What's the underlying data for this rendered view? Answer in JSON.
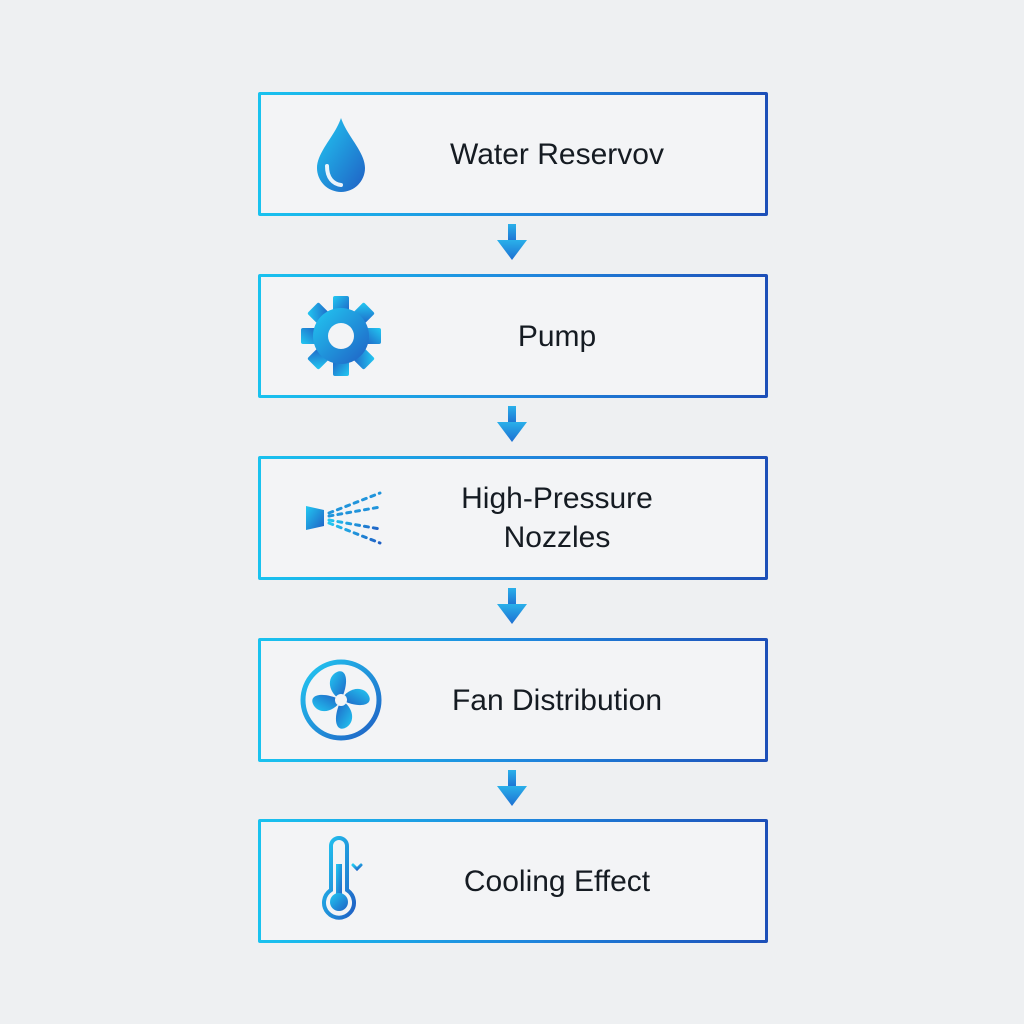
{
  "steps": [
    {
      "label": "Water Reservov",
      "icon": "water-drop-icon"
    },
    {
      "label": "Pump",
      "icon": "gear-icon"
    },
    {
      "label": "High-Pressure\nNozzles",
      "icon": "spray-nozzle-icon"
    },
    {
      "label": "Fan Distribution",
      "icon": "fan-icon"
    },
    {
      "label": "Cooling Effect",
      "icon": "thermometer-icon"
    }
  ],
  "connectors": [
    {
      "from": "Water Reservov",
      "to": "Pump",
      "icon": "arrow-down-icon"
    },
    {
      "from": "Pump",
      "to": "High-Pressure Nozzles",
      "icon": "arrow-down-icon"
    },
    {
      "from": "High-Pressure Nozzles",
      "to": "Fan Distribution",
      "icon": "arrow-down-icon"
    },
    {
      "from": "Fan Distribution",
      "to": "Cooling Effect",
      "icon": "arrow-down-icon"
    }
  ],
  "colors": {
    "background": "#eef0f2",
    "accent_light": "#19c2ef",
    "accent_mid": "#1f84dc",
    "accent_dark": "#1d4fb8",
    "text": "#151b22"
  }
}
